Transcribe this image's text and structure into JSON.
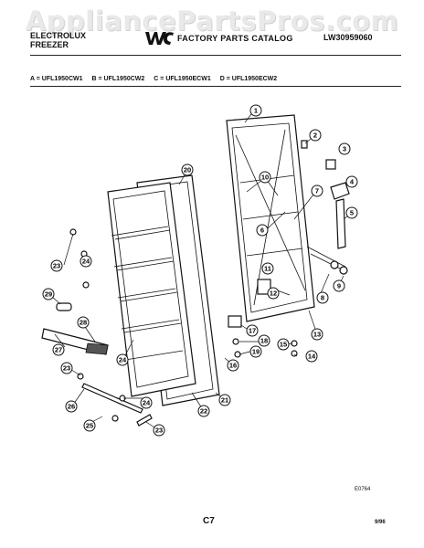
{
  "watermark": "AppliancePartsPros.com",
  "header": {
    "brand_line1": "ELECTROLUX",
    "brand_line2": "FREEZER",
    "catalog_title": "FACTORY PARTS CATALOG",
    "catalog_number": "LW30959060"
  },
  "models": [
    "A = UFL1950CW1",
    "B = UFL1950CW2",
    "C = UFL1950ECW1",
    "D = UFL1950ECW2"
  ],
  "callouts": [
    "1",
    "2",
    "3",
    "4",
    "5",
    "6",
    "7",
    "8",
    "9",
    "10",
    "11",
    "12",
    "13",
    "14",
    "15",
    "16",
    "17",
    "18",
    "19",
    "20",
    "21",
    "22",
    "23",
    "23",
    "23",
    "24",
    "24",
    "24",
    "24",
    "25",
    "26",
    "27",
    "28",
    "29"
  ],
  "figure_code": "E0764",
  "page_number": "C7",
  "date": "9/96",
  "icons": {
    "logo": "wci-logo-icon"
  }
}
